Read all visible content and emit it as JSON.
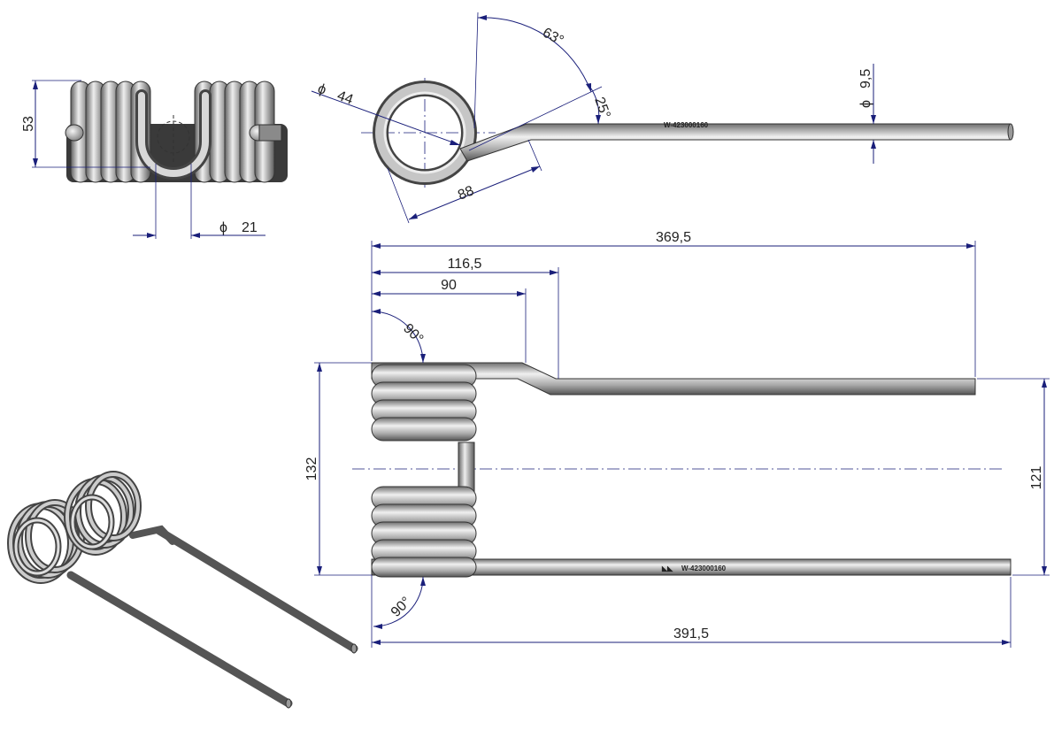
{
  "dimensions": {
    "coil_height": "53",
    "loop_diameter": "21",
    "eye_diameter": "44",
    "bend_angle": "63°",
    "offset_angle": "25°",
    "wire_diameter": "9,5",
    "offset_length": "88",
    "total_length_top": "369,5",
    "offset_start": "116,5",
    "bend_start": "90",
    "right_angle_top": "90°",
    "right_angle_bottom": "90°",
    "overall_width": "132",
    "tine_spacing": "121",
    "total_length_bottom": "391,5"
  },
  "symbols": {
    "diameter": "ϕ"
  },
  "part_marking": "W-423000160",
  "colors": {
    "dimension_line": "#1a1f7a",
    "wire": "#8a8a8a",
    "wire_highlight": "#e8e8e8"
  }
}
